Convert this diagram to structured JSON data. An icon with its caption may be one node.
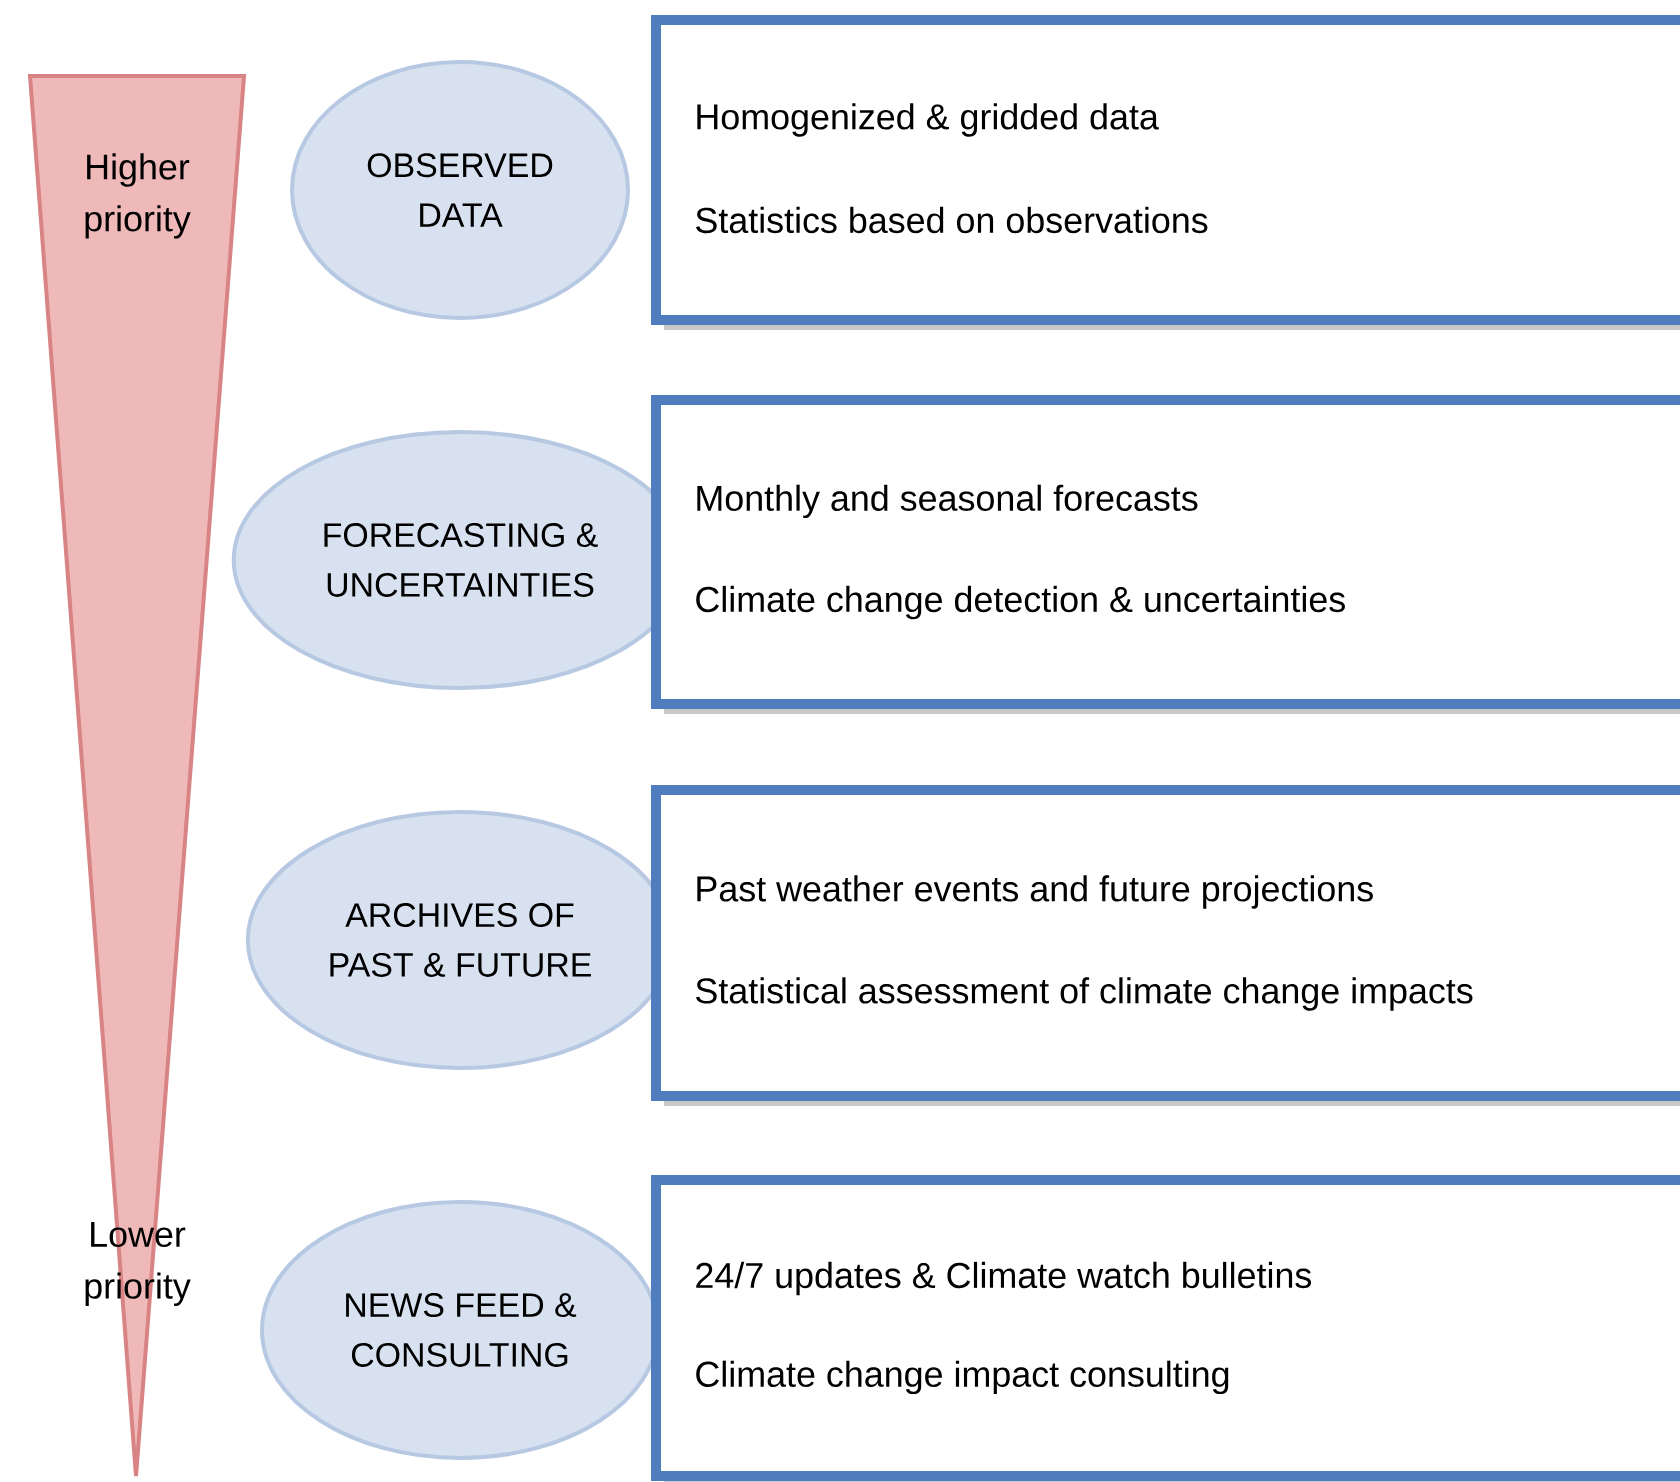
{
  "diagram": {
    "nodes": [
      {
        "text": [
          "Higher priority",
          "Lower priority"
        ]
      },
      {
        "text": [
          "OBSERVED DATA"
        ]
      },
      {
        "text": [
          "Homogenized & gridded data",
          "Statistics based on observations"
        ]
      },
      {
        "text": [
          "FORECASTING & UNCERTAINTIES"
        ]
      },
      {
        "text": [
          "Monthly and seasonal forecasts",
          "Climate change detection & uncertainties"
        ]
      },
      {
        "text": [
          "ARCHIVES OF PAST & FUTURE"
        ]
      },
      {
        "text": [
          "Past weather events and future projections",
          "Statistical assessment of climate change impacts"
        ]
      },
      {
        "text": [
          "NEWS FEED & CONSULTING"
        ]
      },
      {
        "text": [
          "24/7 updates & Climate watch bulletins",
          "Climate change impact consulting"
        ]
      }
    ]
  }
}
